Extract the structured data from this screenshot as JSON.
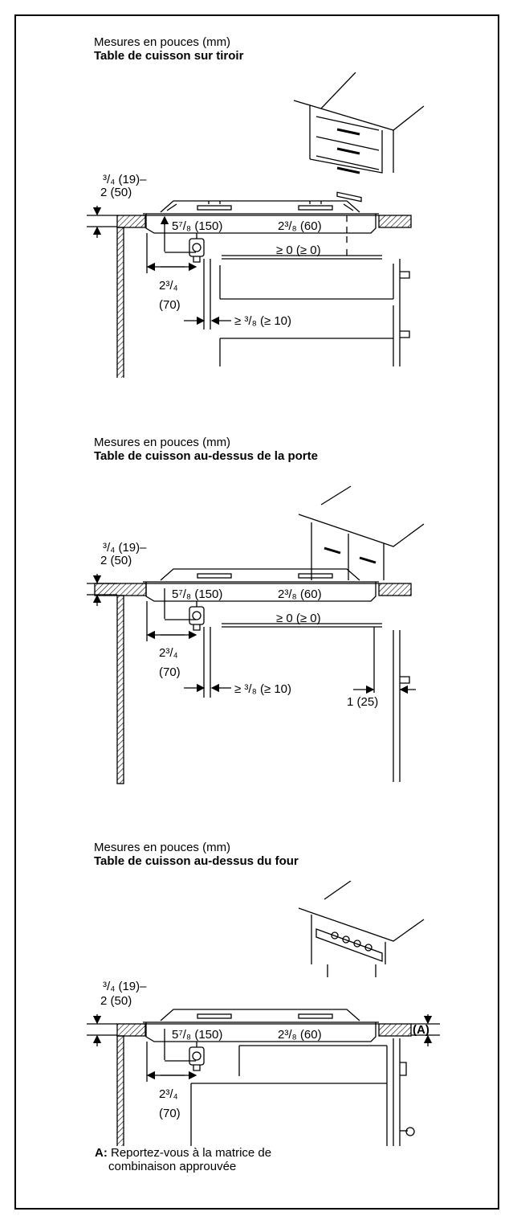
{
  "colors": {
    "line": "#000000",
    "background": "#ffffff"
  },
  "diagrams": [
    {
      "title": "Mesures en pouces (mm)",
      "subtitle": "Table de cuisson sur tiroir",
      "labels": {
        "edge_top": "³/₄ (19)–",
        "edge_bottom": "2 (50)",
        "depth_a": "5⁷/₈ (150)",
        "depth_b": "2³/₈ (60)",
        "gap": "≥ 0 (≥ 0)",
        "side_top": "2³/₄",
        "side_bottom": "(70)",
        "clearance": "≥ ³/₈ (≥ 10)"
      }
    },
    {
      "title": "Mesures en pouces (mm)",
      "subtitle": "Table de cuisson au-dessus de la porte",
      "labels": {
        "edge_top": "³/₄ (19)–",
        "edge_bottom": "2 (50)",
        "depth_a": "5⁷/₈ (150)",
        "depth_b": "2³/₈ (60)",
        "gap": "≥ 0 (≥ 0)",
        "side_top": "2³/₄",
        "side_bottom": "(70)",
        "clearance": "≥ ³/₈ (≥ 10)",
        "door_gap": "1 (25)"
      }
    },
    {
      "title": "Mesures en pouces (mm)",
      "subtitle": "Table de cuisson au-dessus du four",
      "labels": {
        "edge_top": "³/₄ (19)–",
        "edge_bottom": "2 (50)",
        "depth_a": "5⁷/₈ (150)",
        "depth_b": "2³/₈ (60)",
        "side_top": "2³/₄",
        "side_bottom": "(70)",
        "marker_a": "(A)"
      }
    }
  ],
  "footnote": {
    "key": "A:",
    "line1": "Reportez-vous à la matrice de",
    "line2": "combinaison approuvée"
  }
}
